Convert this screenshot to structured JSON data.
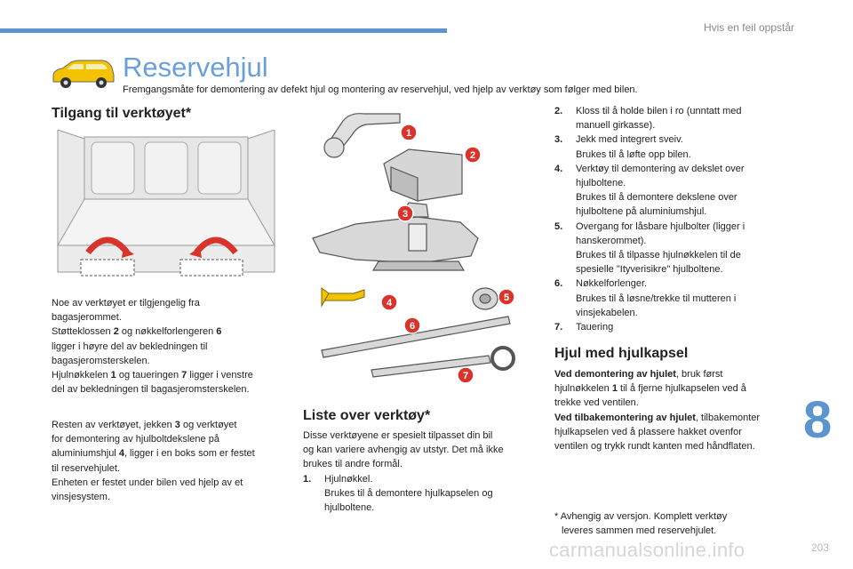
{
  "header": {
    "section": "Hvis en feil oppstår"
  },
  "page": {
    "title": "Reservehjul",
    "subtitle": "Fremgangsmåte for demontering av defekt hjul og montering av reservehjul, ved hjelp av verktøy som følger med bilen."
  },
  "access": {
    "heading": "Tilgang til verktøyet*",
    "p1": [
      {
        "t": "Noe av verktøyet er tilgjengelig fra"
      },
      {
        "t": "bagasjerommet."
      },
      {
        "t": "Støtteklossen ",
        "b": "2",
        "r": " og nøkkelforlengeren ",
        "b2": "6"
      },
      {
        "t": "ligger i høyre del av bekledningen til"
      },
      {
        "t": "bagasjeromsterskelen."
      },
      {
        "t": "Hjulnøkkelen ",
        "b": "1",
        "r": " og taueringen ",
        "b2": "7",
        "r2": " ligger i venstre"
      },
      {
        "t": "del av bekledningen til bagasjeromsterskelen."
      }
    ],
    "p2": [
      {
        "t": "Resten av verktøyet, jekken ",
        "b": "3",
        "r": " og verktøyet"
      },
      {
        "t": "for demontering av hjulboltdekslene på"
      },
      {
        "t": "aluminiumshjul ",
        "b": "4",
        "r": ", ligger i en boks som er festet"
      },
      {
        "t": "til reservehjulet."
      },
      {
        "t": "Enheten er festet under bilen ved hjelp av et"
      },
      {
        "t": "vinsjesystem."
      }
    ]
  },
  "tools_list": {
    "heading": "Liste over verktøy*",
    "intro": [
      "Disse verktøyene er spesielt tilpasset din bil",
      "og kan variere avhengig av utstyr. Det må ikke",
      "brukes til andre formål."
    ],
    "item1": {
      "num": "1.",
      "lines": [
        "Hjulnøkkel.",
        "Brukes til å demontere hjulkapselen og",
        "hjulboltene."
      ]
    }
  },
  "numbered": [
    {
      "num": "2.",
      "lines": [
        "Kloss til å holde bilen i ro (unntatt med",
        "manuell girkasse)."
      ]
    },
    {
      "num": "3.",
      "lines": [
        "Jekk med integrert sveiv.",
        "Brukes til å løfte opp bilen."
      ]
    },
    {
      "num": "4.",
      "lines": [
        "Verktøy til demontering av dekslet over",
        "hjulboltene.",
        "Brukes til å demontere dekslene over",
        "hjulboltene på aluminiumshjul."
      ]
    },
    {
      "num": "5.",
      "lines": [
        "Overgang for låsbare hjulbolter (ligger i",
        "hanskerommet).",
        "Brukes til å tilpasse hjulnøkkelen til de",
        "spesielle \"Ityverisikre\" hjulboltene."
      ]
    },
    {
      "num": "6.",
      "lines": [
        "Nøkkelforlenger.",
        "Brukes til å løsne/trekke til mutteren i",
        "vinsjekabelen."
      ]
    },
    {
      "num": "7.",
      "lines": [
        "Tauering"
      ]
    }
  ],
  "hubcap": {
    "heading": "Hjul med hjulkapsel",
    "lines": [
      {
        "b": "Ved demontering av hjulet",
        "t": ", bruk først"
      },
      {
        "t": "hjulnøkkelen ",
        "b2": "1",
        "r": " til å fjerne hjulkapselen ved å"
      },
      {
        "t": "trekke ved ventilen."
      },
      {
        "b": "Ved tilbakemontering av hjulet",
        "t": ", tilbakemonter"
      },
      {
        "t": "hjulkapselen ved å plassere hakket ovenfor"
      },
      {
        "t": "ventilen og trykk rundt kanten med håndflaten."
      }
    ]
  },
  "footnote": [
    "* Avhengig av versjon. Komplett verktøy",
    "leveres sammen med reservehjulet."
  ],
  "chapter": "8",
  "page_number": "203",
  "watermark": "carmanualsonline.info",
  "tool_labels": [
    "1",
    "2",
    "3",
    "4",
    "5",
    "6",
    "7"
  ],
  "colors": {
    "accent": "#5b94cf",
    "title": "#6aa0d6",
    "badge": "#d9342b",
    "car": "#f3c300",
    "arrow": "#d9342b"
  }
}
